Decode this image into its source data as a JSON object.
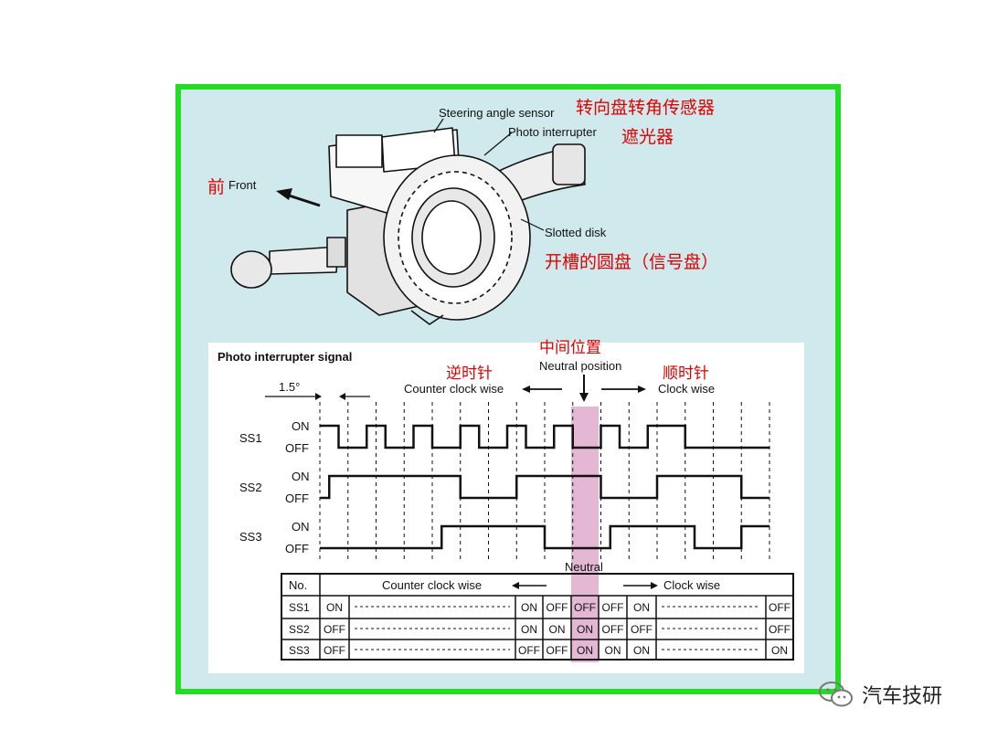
{
  "labels_cn": {
    "sensor": "转向盘转角传感器",
    "interrupter": "遮光器",
    "front": "前",
    "disk": "开槽的圆盘（信号盘）",
    "neutral": "中间位置",
    "ccw": "逆时针",
    "cw": "顺时针"
  },
  "labels_en": {
    "sensor": "Steering angle sensor",
    "interrupter": "Photo interrupter",
    "front": "Front",
    "disk": "Slotted disk"
  },
  "signal": {
    "title": "Photo interrupter signal",
    "step": "1.5°",
    "neutral_position": "Neutral position",
    "ccw": "Counter clock wise",
    "cw": "Clock wise",
    "on": "ON",
    "off": "OFF",
    "neutral": "Neutral"
  },
  "chart_data": {
    "type": "table",
    "series": [
      {
        "name": "SS1",
        "states": [
          1,
          1,
          0,
          0,
          0,
          1,
          1,
          0,
          0,
          0,
          1,
          1,
          0,
          0,
          0,
          1,
          1,
          0,
          0,
          0,
          1,
          1,
          0,
          0,
          0,
          1,
          1,
          0,
          0,
          0,
          1,
          1,
          0,
          0,
          0,
          1,
          1,
          1,
          1,
          0,
          0,
          0,
          0,
          0,
          0,
          0,
          0,
          0
        ]
      },
      {
        "name": "SS2",
        "states": [
          0,
          1,
          1,
          1,
          1,
          1,
          1,
          1,
          1,
          1,
          1,
          1,
          1,
          1,
          1,
          0,
          0,
          0,
          0,
          0,
          0,
          1,
          1,
          1,
          1,
          1,
          1,
          1,
          1,
          1,
          0,
          0,
          0,
          0,
          0,
          0,
          1,
          1,
          1,
          1,
          1,
          1,
          1,
          1,
          1,
          0,
          0,
          0
        ]
      },
      {
        "name": "SS3",
        "states": [
          0,
          0,
          0,
          0,
          0,
          0,
          0,
          0,
          0,
          0,
          0,
          0,
          0,
          1,
          1,
          1,
          1,
          1,
          1,
          1,
          1,
          1,
          1,
          1,
          0,
          0,
          0,
          0,
          0,
          0,
          0,
          1,
          1,
          1,
          1,
          1,
          1,
          1,
          1,
          1,
          0,
          0,
          0,
          0,
          0,
          1,
          1,
          1
        ]
      }
    ],
    "table": {
      "header_no": "No.",
      "header_ccw": "Counter clock wise",
      "header_cw": "Clock wise",
      "rows": [
        {
          "name": "SS1",
          "cells": [
            "ON",
            "",
            "ON",
            "OFF",
            "OFF",
            "OFF",
            "ON",
            "",
            "OFF"
          ]
        },
        {
          "name": "SS2",
          "cells": [
            "OFF",
            "",
            "ON",
            "ON",
            "ON",
            "OFF",
            "OFF",
            "",
            "OFF"
          ]
        },
        {
          "name": "SS3",
          "cells": [
            "OFF",
            "",
            "OFF",
            "OFF",
            "ON",
            "ON",
            "ON",
            "",
            "ON"
          ]
        }
      ]
    }
  },
  "watermark": {
    "text": "汽车技研",
    "icon": "wechat-icon"
  }
}
